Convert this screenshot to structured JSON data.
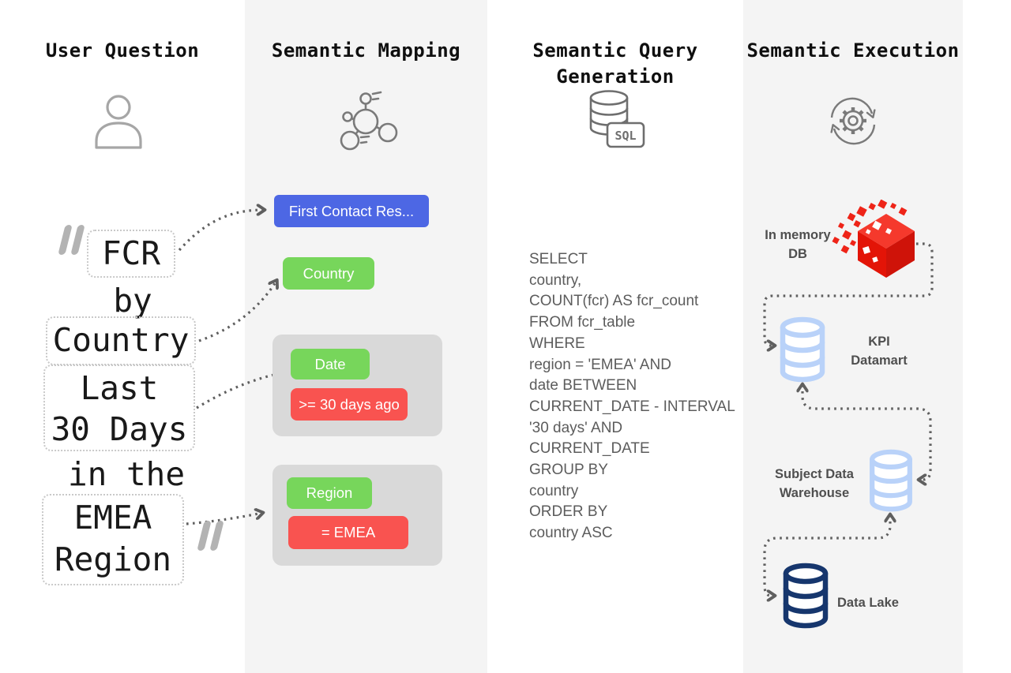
{
  "user_question": {
    "title": "User Question",
    "icon": "person-icon",
    "segments": [
      {
        "lines": [
          "FCR"
        ],
        "boxed": true
      },
      {
        "lines": [
          "by"
        ],
        "boxed": false
      },
      {
        "lines": [
          "Country"
        ],
        "boxed": true
      },
      {
        "lines": [
          "Last",
          "30 Days"
        ],
        "boxed": true
      },
      {
        "lines": [
          "in the"
        ],
        "boxed": false
      },
      {
        "lines": [
          "EMEA",
          "Region"
        ],
        "boxed": true
      }
    ]
  },
  "semantic_mapping": {
    "title": "Semantic Mapping",
    "icon": "graph-nodes-icon",
    "metric_badge": {
      "label": "First Contact Res...",
      "color": "#4d67e4"
    },
    "dimension_badge": {
      "label": "Country",
      "color": "#77d65b"
    },
    "date_group": {
      "field_badge": {
        "label": "Date",
        "color": "#77d65b"
      },
      "filter_badge": {
        "label": ">= 30 days ago",
        "color": "#f95350"
      }
    },
    "region_group": {
      "field_badge": {
        "label": "Region",
        "color": "#77d65b"
      },
      "filter_badge": {
        "label": "= EMEA",
        "color": "#f95350"
      }
    }
  },
  "semantic_query_generation": {
    "title_lines": [
      "Semantic Query",
      "Generation"
    ],
    "icon": "sql-database-icon",
    "sql_label": "SQL",
    "sql_lines": [
      "SELECT",
      "country,",
      "COUNT(fcr) AS fcr_count",
      "FROM fcr_table",
      "WHERE",
      "region = 'EMEA' AND",
      "date BETWEEN",
      "CURRENT_DATE - INTERVAL",
      "'30 days' AND",
      "CURRENT_DATE",
      "GROUP BY",
      "country",
      "ORDER BY",
      "country ASC"
    ]
  },
  "semantic_execution": {
    "title": "Semantic Execution",
    "icon": "cycle-gear-icon",
    "nodes": [
      {
        "label_lines": [
          "In memory",
          "DB"
        ],
        "icon": "in-memory-cube-icon",
        "color": "#ee2418"
      },
      {
        "label_lines": [
          "KPI",
          "Datamart"
        ],
        "icon": "database-icon",
        "color": "#b9d2f9"
      },
      {
        "label_lines": [
          "Subject Data",
          "Warehouse"
        ],
        "icon": "database-icon",
        "color": "#b9d2f9"
      },
      {
        "label_lines": [
          "Data Lake"
        ],
        "icon": "database-icon",
        "color": "#16366d"
      }
    ]
  },
  "colors": {
    "column_bg": "#f4f4f4",
    "group_bg": "#d9d9d9",
    "metric_blue": "#4d67e4",
    "field_green": "#77d65b",
    "filter_red": "#f95350",
    "connector_gray": "#5f5f5f",
    "light_blue_db": "#b9d2f9",
    "navy_db": "#16366d",
    "red_cube": "#ee2418",
    "quote_gray": "#b3b3b3"
  }
}
